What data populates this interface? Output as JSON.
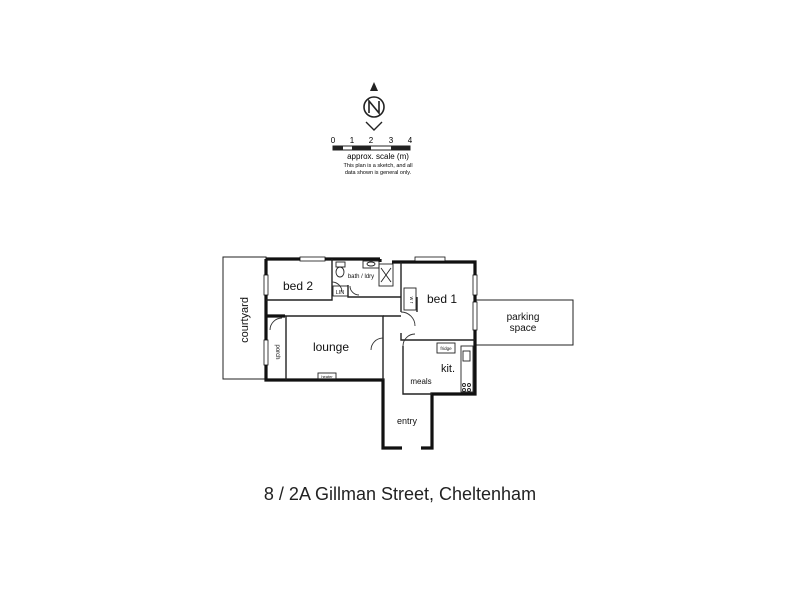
{
  "compass": {
    "letter": "N",
    "icon": "north-arrow-icon"
  },
  "scale": {
    "ticks": [
      "0",
      "1",
      "2",
      "3",
      "4"
    ],
    "caption": "approx. scale (m)",
    "disclaimer_line1": "This plan is a sketch, and all",
    "disclaimer_line2": "data shown is general only."
  },
  "rooms": {
    "courtyard": "courtyard",
    "bed2": "bed 2",
    "bath_ldry": "bath / ldry",
    "lin": "LIN",
    "bed1": "bed 1",
    "wr": "w r",
    "parking": "parking",
    "space": "space",
    "porch": "porch",
    "lounge": "lounge",
    "kit": "kit.",
    "meals": "meals",
    "entry": "entry",
    "fridge": "fridge",
    "heater": "heater"
  },
  "address": "8 / 2A Gillman Street, Cheltenham"
}
